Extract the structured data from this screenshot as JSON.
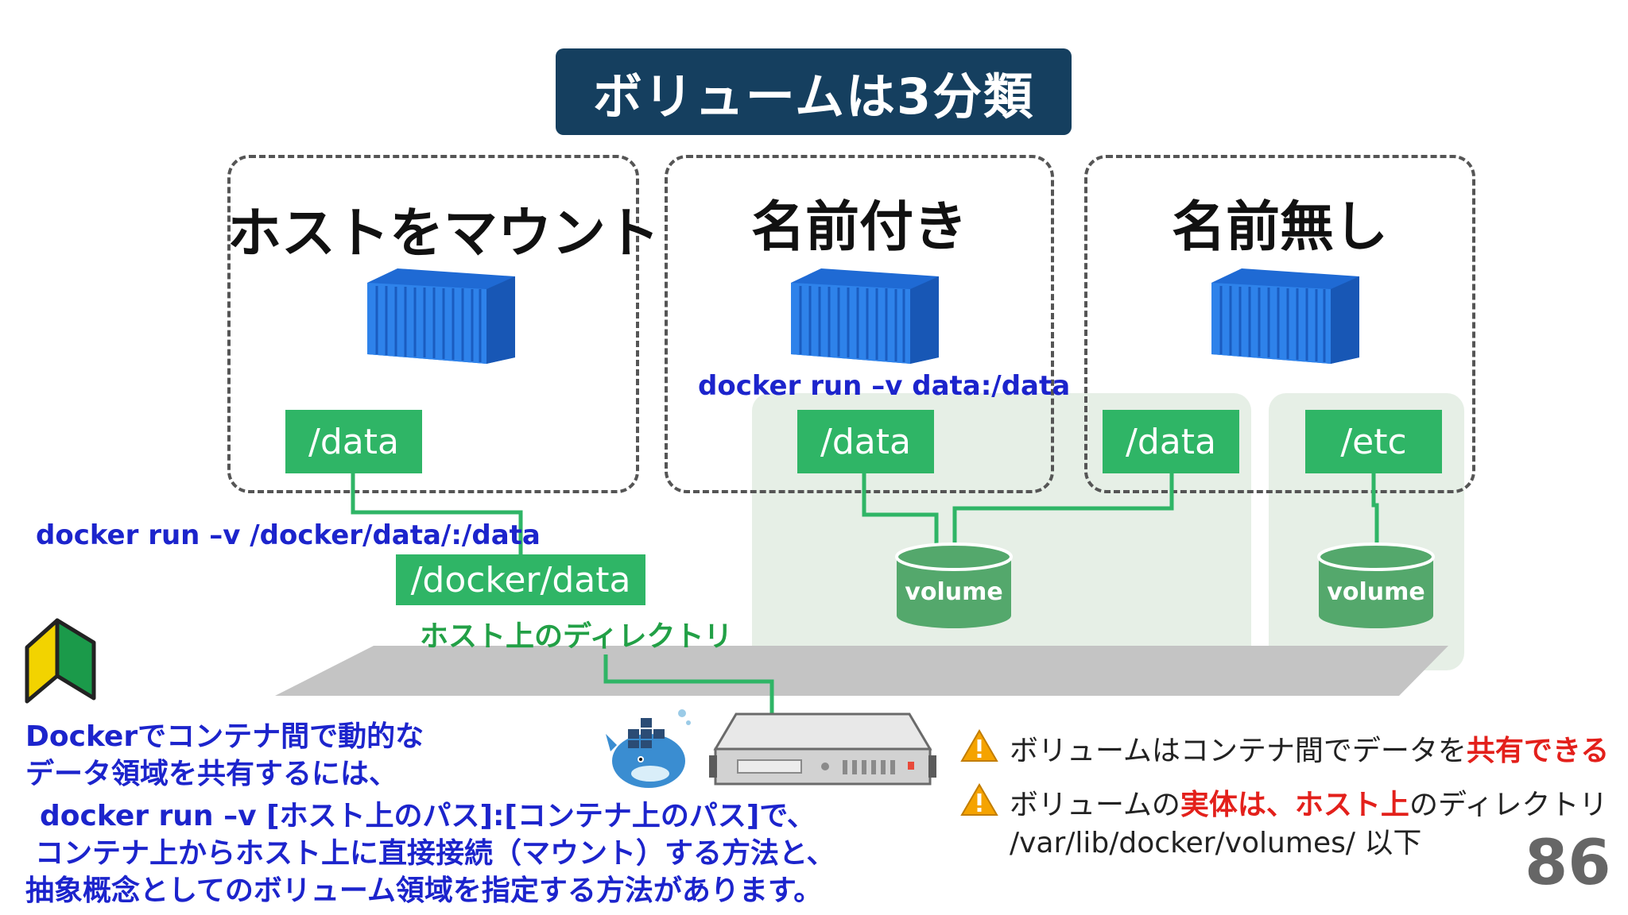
{
  "title": "ボリュームは3分類",
  "panels": {
    "host_mount": "ホストをマウント",
    "named": "名前付き",
    "anonymous": "名前無し"
  },
  "paths": {
    "host_data": "/data",
    "named_data": "/data",
    "anon_data": "/data",
    "anon_etc": "/etc",
    "docker_data": "/docker/data"
  },
  "commands": {
    "named_cmd": "docker run –v data:/data",
    "host_cmd": "docker run –v /docker/data/:/data"
  },
  "labels": {
    "host_dir": "ホスト上のディレクトリ",
    "volume_1": "volume",
    "volume_2": "volume"
  },
  "description": {
    "line1": "Dockerでコンテナ間で動的な",
    "line2": "データ領域を共有するには、",
    "line3": "docker run –v [ホスト上のパス]:[コンテナ上のパス]で、",
    "line4": "コンテナ上からホスト上に直接接続（マウント）する方法と、",
    "line5": "抽象概念としてのボリューム領域を指定する方法があります。"
  },
  "notes": {
    "note1_a": "ボリュームはコンテナ間でデータを",
    "note1_b": "共有できる",
    "note2_a": "ボリュームの",
    "note2_b": "実体は、ホスト上",
    "note2_c": "のディレクトリ",
    "note2_d": "/var/lib/docker/volumes/ 以下"
  },
  "page_number": "86",
  "colors": {
    "title_bg": "#153f5f",
    "path_green": "#2fb566",
    "volume_green": "#54a86c",
    "blue_text": "#1c24cc",
    "green_text": "#22a046",
    "red_text": "#e3201b"
  },
  "icons": [
    "shipping-container-icon",
    "shoshinsha-mark-icon",
    "docker-whale-icon",
    "server-icon",
    "warning-icon"
  ]
}
